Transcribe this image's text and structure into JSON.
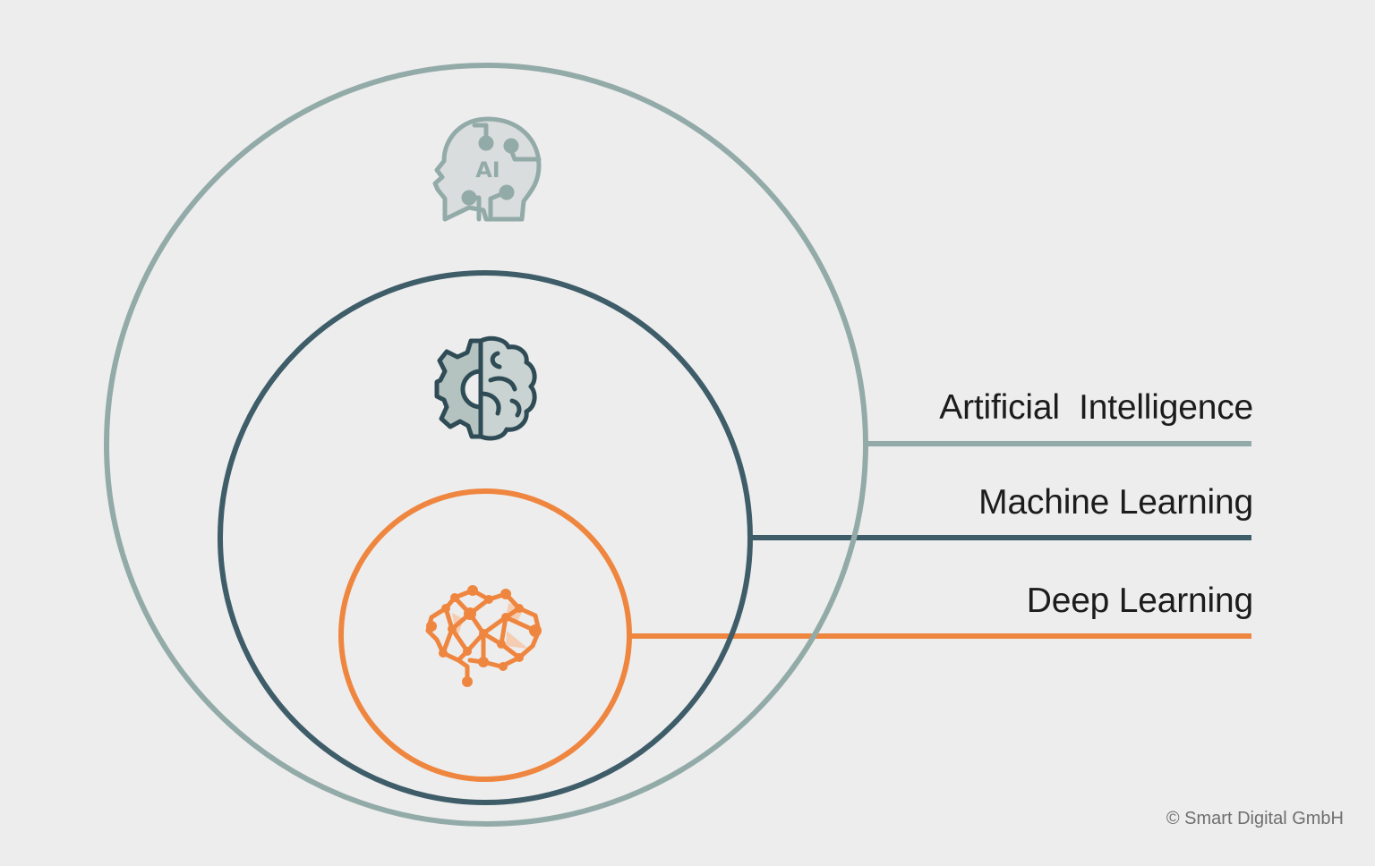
{
  "diagram": {
    "type": "nested-circles",
    "layers": [
      {
        "label": "Artificial  Intelligence",
        "icon": "ai-head-icon",
        "icon_text": "AI",
        "color": "#93aba8"
      },
      {
        "label": "Machine Learning",
        "icon": "gear-brain-icon",
        "color": "#3e5d69"
      },
      {
        "label": "Deep Learning",
        "icon": "neural-brain-icon",
        "color": "#ef8640"
      }
    ]
  },
  "footer": {
    "copyright": "© Smart Digital GmbH"
  },
  "colors": {
    "background": "#ededed",
    "ai": "#93aba8",
    "ml": "#3e5d69",
    "dl": "#ef8640",
    "text": "#1c1c1c"
  }
}
